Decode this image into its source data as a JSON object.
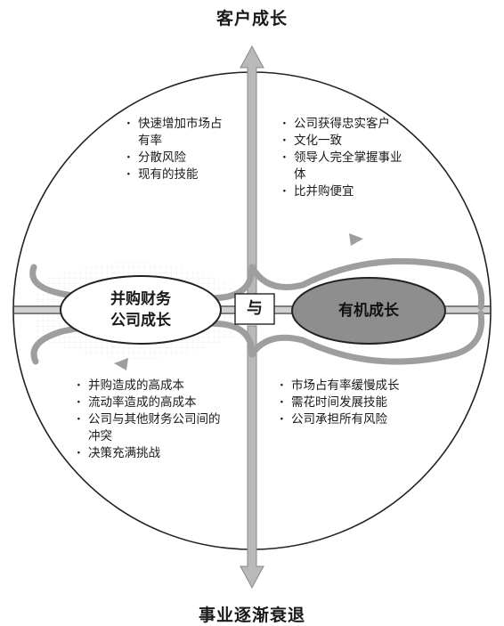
{
  "titles": {
    "top": "客户成长",
    "bottom": "事业逐渐衰退"
  },
  "ovals": {
    "left_line1": "并购财务",
    "left_line2": "公司成长",
    "right": "有机成长",
    "center": "与"
  },
  "quadrants": {
    "top_left": [
      "快速增加市场占有率",
      "分散风险",
      "现有的技能"
    ],
    "top_right": [
      "公司获得忠实客户",
      "文化一致",
      "领导人完全掌握事业体",
      "比并购便宜"
    ],
    "bottom_left": [
      "并购造成的高成本",
      "流动率造成的高成本",
      "公司与其他财务公司间的冲突",
      "决策充满挑战"
    ],
    "bottom_right": [
      "市场占有率缓慢成长",
      "需花时间发展技能",
      "公司承担所有风险"
    ]
  },
  "colors": {
    "line": "#222222",
    "arrow_fill": "#b9b9b9",
    "right_oval_fill": "#8e8e8e",
    "left_oval_fill": "#ffffff"
  }
}
